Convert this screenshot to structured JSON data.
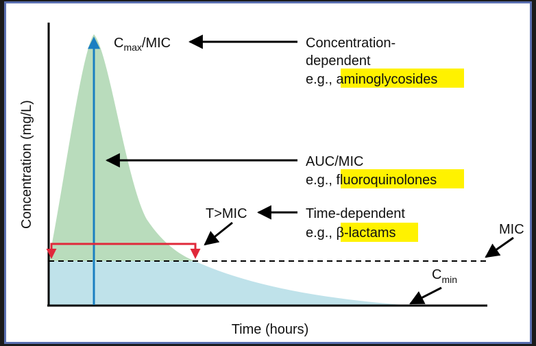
{
  "axes": {
    "y_label": "Concentration (mg/L)",
    "x_label": "Time (hours)"
  },
  "labels": {
    "cmax_mic": {
      "c": "C",
      "sub": "max",
      "rest": "/MIC"
    },
    "conc_dependent_line1": "Concentration-",
    "conc_dependent_line2": "dependent",
    "eg": "e.g., ",
    "aminoglycosides": "aminoglycosides",
    "auc_mic": "AUC/MIC",
    "fluoroquinolones": "fluoroquinolones",
    "t_mic": "T>MIC",
    "time_dependent": "Time-dependent",
    "beta_lactams": "β-lactams",
    "mic": "MIC",
    "cmin": {
      "c": "C",
      "sub": "min"
    }
  },
  "colors": {
    "green_area": "#b9dcbc",
    "blue_area": "#bfe2ea",
    "peak_arrow": "#1a7fc1",
    "tmic_bracket": "#e0283a",
    "highlight": "#fff200"
  }
}
